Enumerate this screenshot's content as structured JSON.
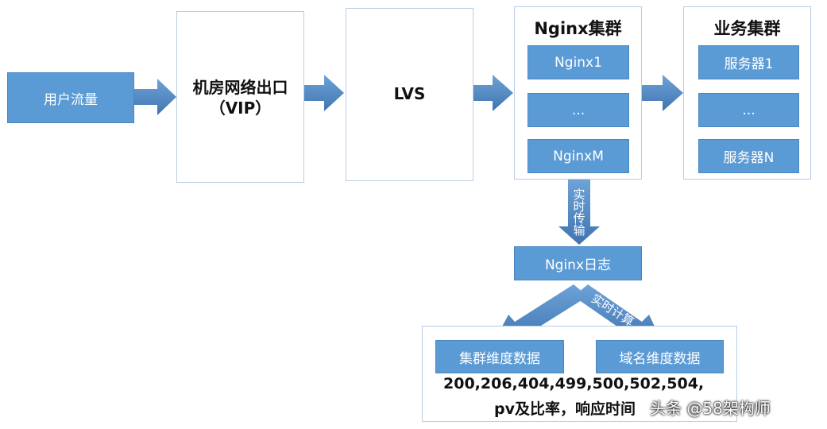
{
  "nodes": {
    "user_traffic": "用户流量",
    "datacenter_line1": "机房网络出口",
    "datacenter_line2": "（VIP）",
    "lvs": "LVS",
    "nginx_cluster_title": "Nginx集群",
    "nginx_items": [
      "Nginx1",
      "...",
      "NginxM"
    ],
    "biz_cluster_title": "业务集群",
    "biz_items": [
      "服务器1",
      "...",
      "服务器N"
    ],
    "nginx_log": "Nginx日志",
    "cluster_dim": "集群维度数据",
    "domain_dim": "域名维度数据",
    "metrics_line1": "200,206,404,499,500,502,504,",
    "metrics_line2": "pv及比率，响应时间"
  },
  "edges": {
    "realtime_transfer": "实时传输",
    "realtime_calc_left": "实时计算",
    "realtime_calc_right": "实时计算"
  },
  "watermark": "头条 @58架构师",
  "colors": {
    "box_fill": "#5b9bd5",
    "panel_border": "#b9cde4",
    "arrow_fill": "#4f86c4"
  }
}
